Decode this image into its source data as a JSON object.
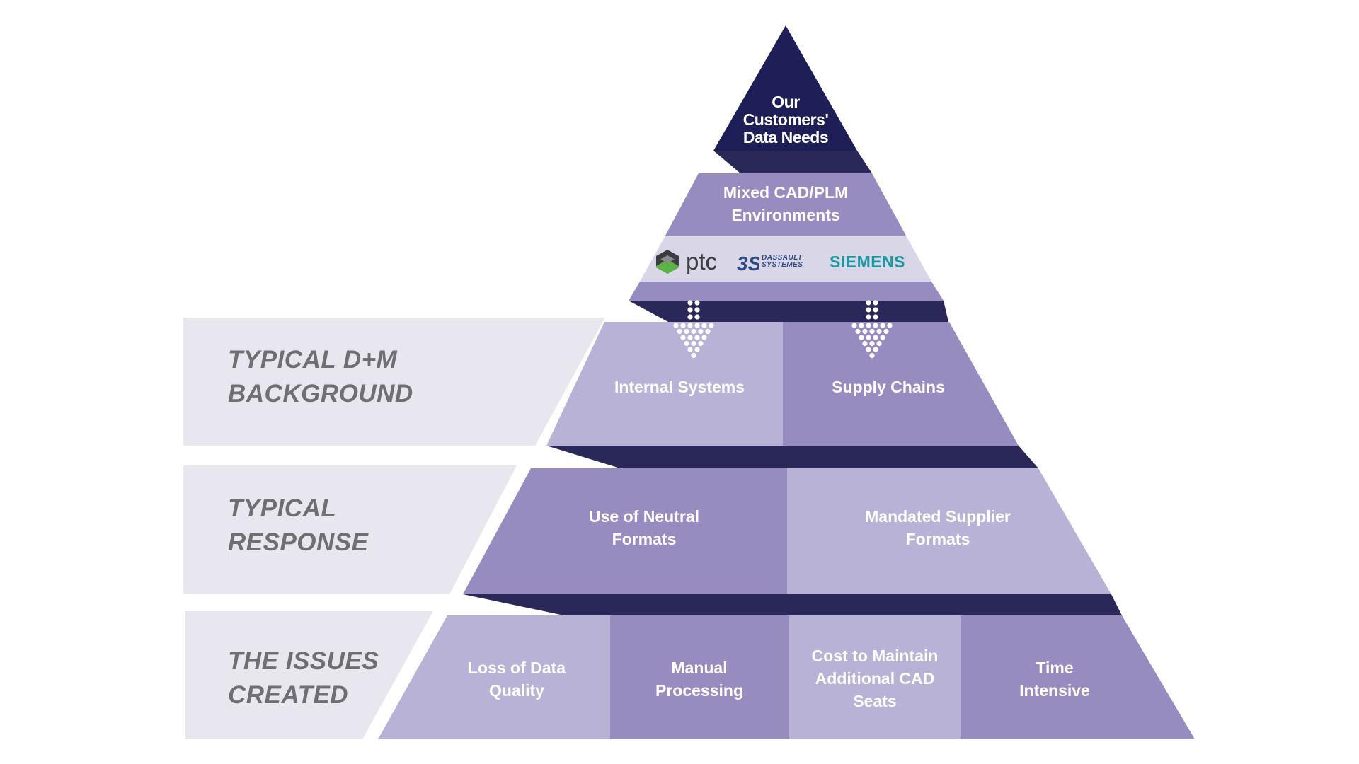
{
  "apex": {
    "lines": [
      "Our",
      "Customers'",
      "Data Needs"
    ]
  },
  "tier_environments": {
    "lines": [
      "Mixed CAD/PLM",
      "Environments"
    ],
    "logos": {
      "ptc": "ptc",
      "dassault_line1": "DASSAULT",
      "dassault_line2": "SYSTEMES",
      "siemens": "SIEMENS"
    }
  },
  "tier_background": {
    "label_lines": [
      "TYPICAL D+M",
      "BACKGROUND"
    ],
    "cells": [
      "Internal Systems",
      "Supply Chains"
    ]
  },
  "tier_response": {
    "label_lines": [
      "TYPICAL",
      "RESPONSE"
    ],
    "cells": [
      {
        "lines": [
          "Use of Neutral",
          "Formats"
        ]
      },
      {
        "lines": [
          "Mandated Supplier",
          "Formats"
        ]
      }
    ]
  },
  "tier_issues": {
    "label_lines": [
      "THE ISSUES",
      "CREATED"
    ],
    "cells": [
      {
        "lines": [
          "Loss of Data",
          "Quality"
        ]
      },
      {
        "lines": [
          "Manual",
          "Processing"
        ]
      },
      {
        "lines": [
          "Cost to Maintain",
          "Additional CAD",
          "Seats"
        ]
      },
      {
        "lines": [
          "Time",
          "Intensive"
        ]
      }
    ]
  },
  "colors": {
    "navy": "#1f1f58",
    "dark_band": "#2a2858",
    "purple_dark": "#978cbf",
    "purple_light": "#b7b2d6",
    "logo_band": "#d8d6e7",
    "label_panel": "#e8e7f0",
    "label_text": "#6f6f73",
    "siemens_teal": "#1a9aa0",
    "ptc_green": "#5bb245"
  }
}
